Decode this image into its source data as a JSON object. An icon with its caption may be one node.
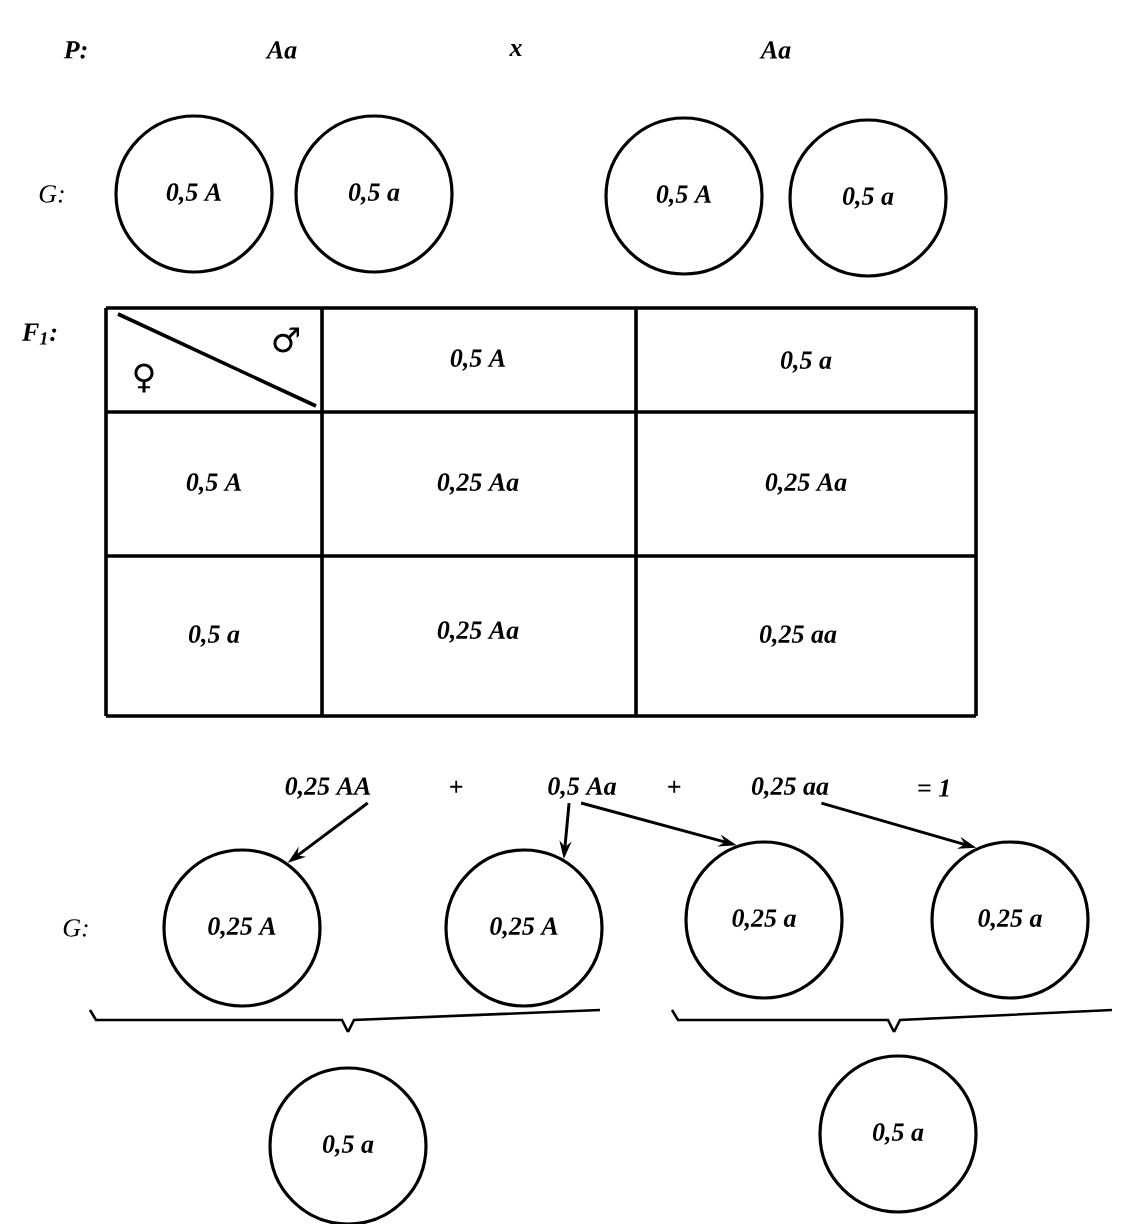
{
  "diagram": {
    "nodes": [
      {
        "text": [
          "0,5 A"
        ]
      },
      {
        "text": [
          "0,5 a"
        ]
      },
      {
        "text": [
          "0,5 A"
        ]
      },
      {
        "text": [
          "0,5 a"
        ]
      },
      {
        "text": [
          "0,25 AA"
        ]
      },
      {
        "text": [
          "0,5 Aa"
        ]
      },
      {
        "text": [
          "0,25 aa"
        ]
      },
      {
        "text": [
          "0,25 A"
        ]
      },
      {
        "text": [
          "0,25 A"
        ]
      },
      {
        "text": [
          "0,25 a"
        ]
      },
      {
        "text": [
          "0,25 a"
        ]
      },
      {
        "text": [
          "0,5 a"
        ]
      },
      {
        "text": [
          "0,5 a"
        ]
      }
    ],
    "edges": [
      {
        "from": 4,
        "to": 7,
        "arrow": "to"
      },
      {
        "from": 5,
        "to": 8,
        "arrow": "to"
      },
      {
        "from": 5,
        "to": 9,
        "arrow": "to"
      },
      {
        "from": 6,
        "to": 10,
        "arrow": "to"
      }
    ],
    "labels": [
      "P:",
      "Aa",
      "x",
      "Aa",
      "G:",
      "F$_{1}$:",
      "♀",
      "♂",
      "0,5 A",
      "0,5 a",
      "0,5 A",
      "0,25 Aa",
      "0,25 Aa",
      "0,5 a",
      "0,25 Aa",
      "0,25 aa",
      "+",
      "+",
      "= 1",
      "G:"
    ]
  }
}
